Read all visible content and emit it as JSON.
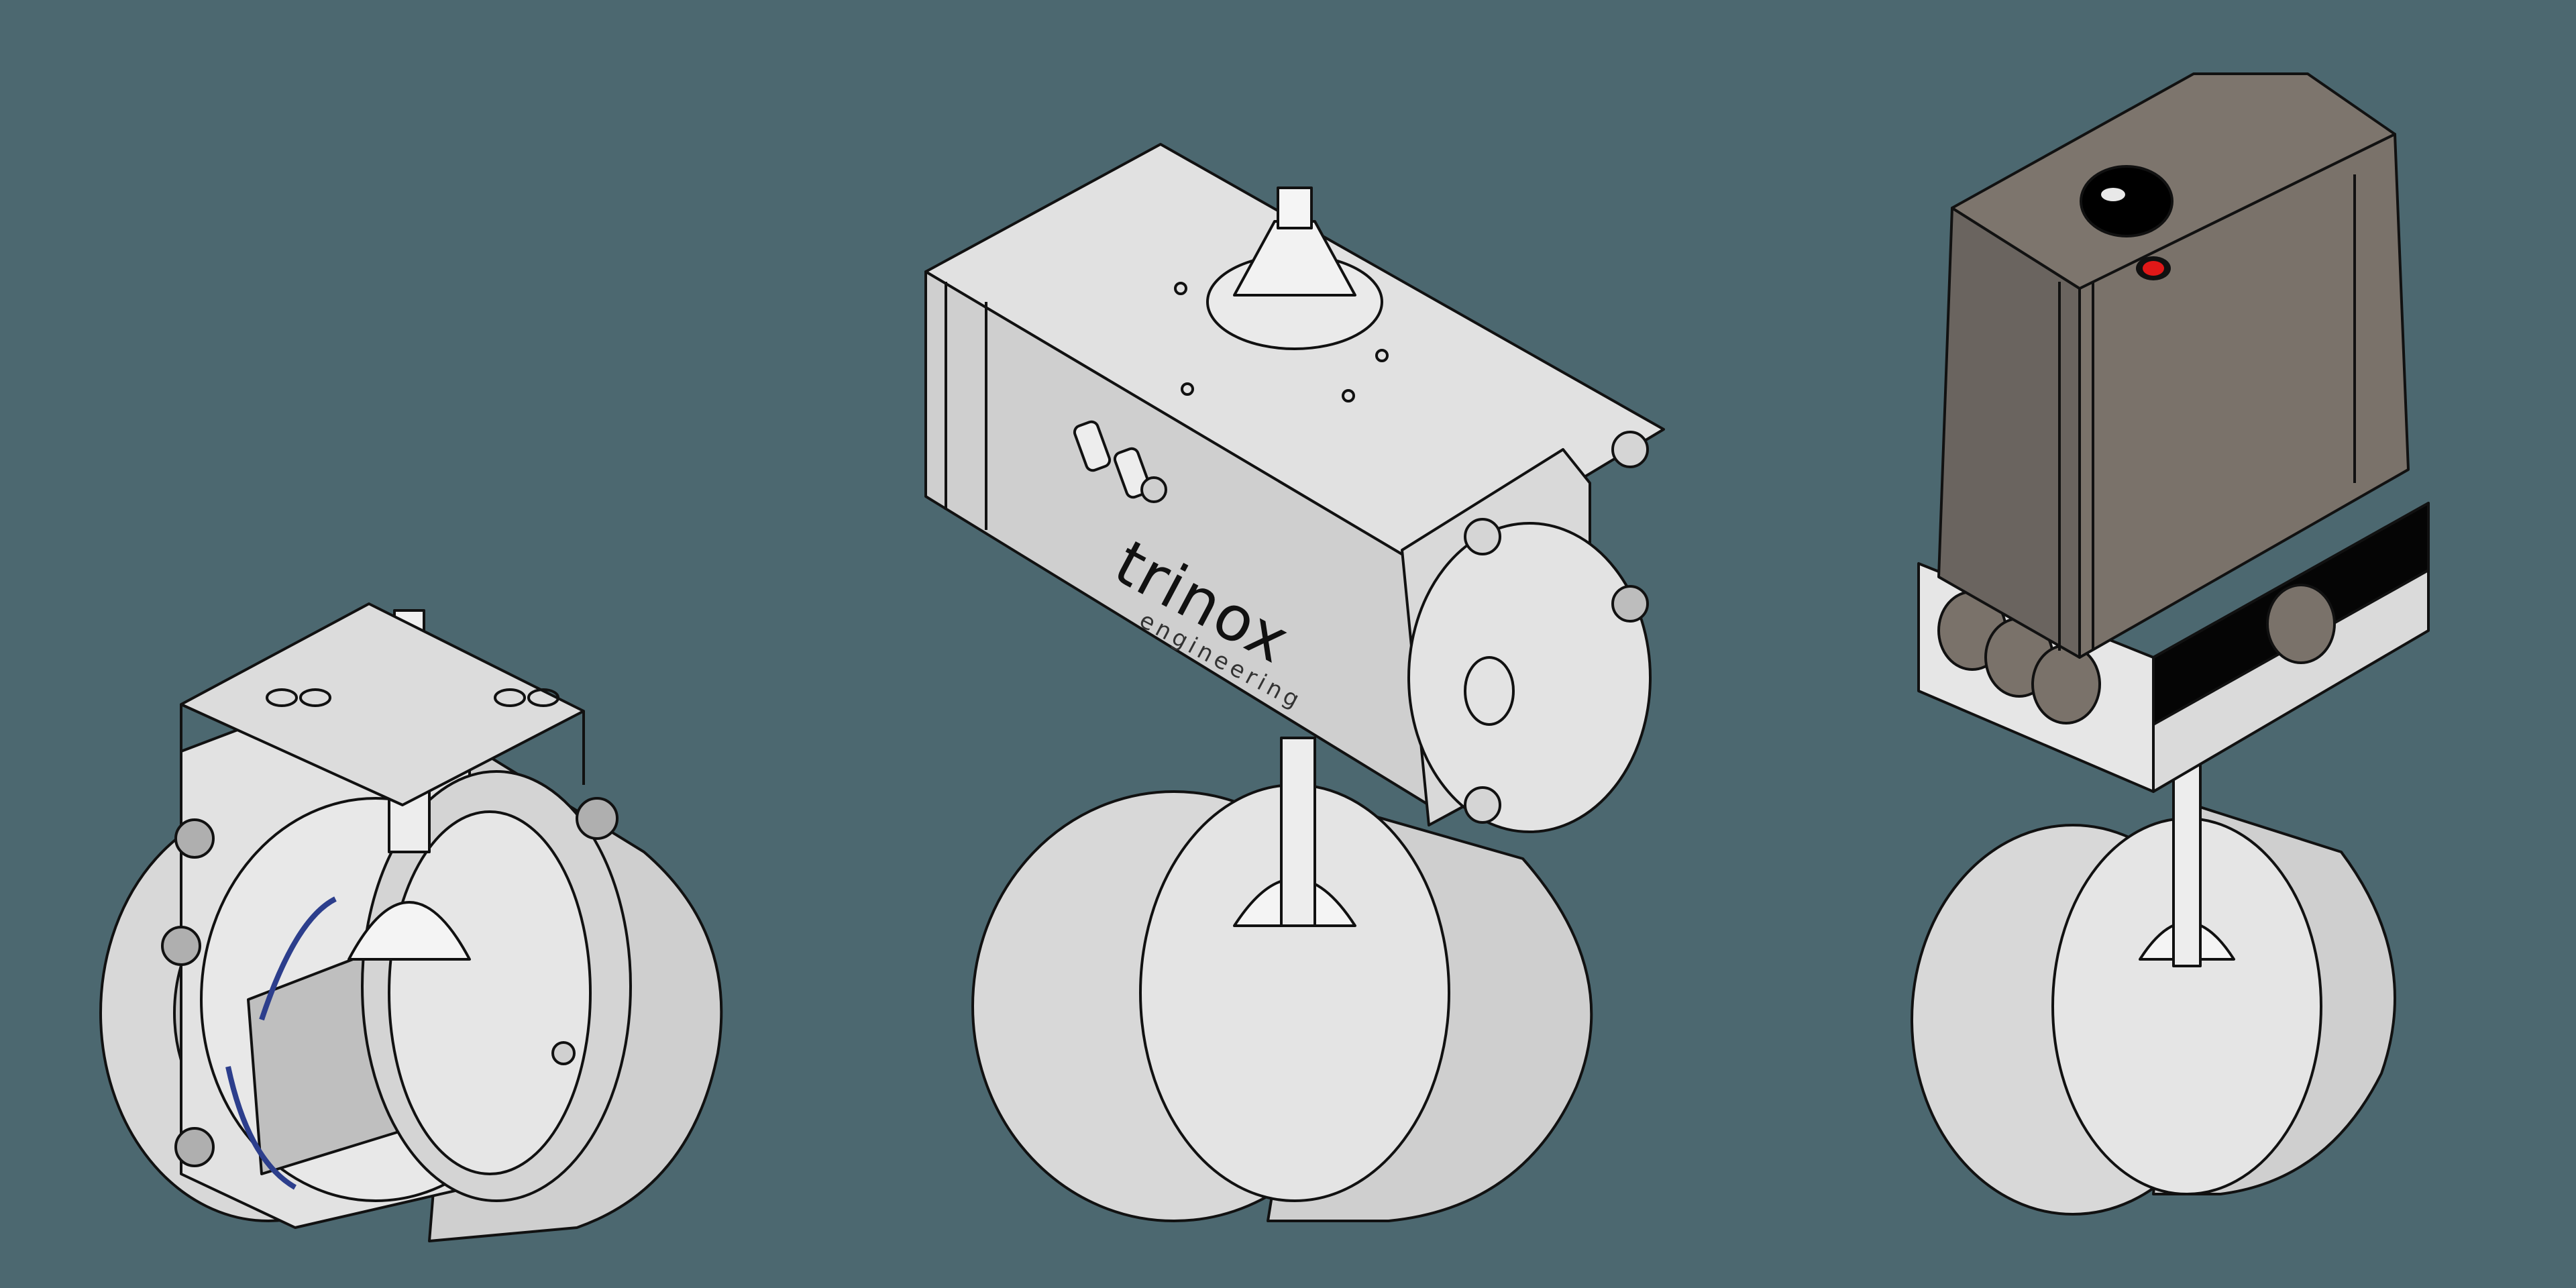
{
  "scene": {
    "background_color": "#4C6870",
    "description": "Three butterfly valve configurations rendered as CAD illustrations"
  },
  "products": [
    {
      "id": "bare-valve",
      "label": "Butterfly valve with mounting bracket (cut-away)",
      "body_color": "#D9D9D9",
      "seal_color": "#2C3E8C"
    },
    {
      "id": "pneumatic-valve",
      "label": "Butterfly valve with pneumatic actuator",
      "body_color": "#D6D6D6",
      "logo": {
        "main": "trinox",
        "sub": "engineering"
      }
    },
    {
      "id": "electric-valve",
      "label": "Butterfly valve with electric actuator",
      "housing_color": "#7A726A",
      "band_color": "#050505",
      "indicator_color": "#E01818",
      "knob_color": "#000000"
    }
  ]
}
